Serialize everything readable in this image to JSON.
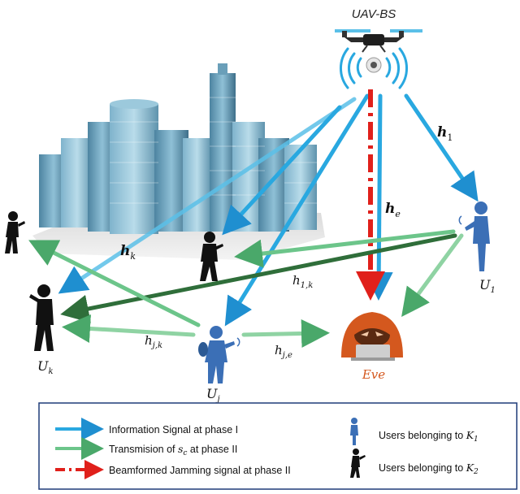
{
  "title_uav": "UAV-BS",
  "labels": {
    "h1_base": "h",
    "h1_sub": "1",
    "he_base": "h",
    "he_sub": "e",
    "hk_base": "h",
    "hk_sub": "k",
    "h1k_base": "h",
    "h1k_sub": "1,k",
    "hjk_base": "h",
    "hjk_sub": "j,k",
    "hje_base": "h",
    "hje_sub": "j,e",
    "u1_base": "U",
    "u1_sub": "1",
    "uk_base": "U",
    "uk_sub": "k",
    "uj_base": "U",
    "uj_sub": "j",
    "eve": "Eve"
  },
  "legend": {
    "item1": "Information Signal at phase I",
    "item2_prefix": "Transmision of ",
    "item2_math": "s",
    "item2_math_sub": "c",
    "item2_suffix": " at phase II",
    "item3": "Beamformed Jamming signal  at phase II",
    "item4_prefix": "Users belonging to ",
    "item4_set": "K",
    "item4_sub": "1",
    "item5_prefix": "Users belonging to ",
    "item5_set": "K",
    "item5_sub": "2"
  },
  "colors": {
    "info_blue": "#29a8e0",
    "transmission_green": "#6cc58a",
    "jamming_red": "#e0201b",
    "user_k1": "#3b6fb6",
    "user_k2": "#111111",
    "eve": "#d4581e",
    "drone_accent": "#5bc0e8"
  },
  "icons": [
    "uav-drone-icon",
    "city-buildings-icon",
    "user-k1-icon",
    "user-k2-icon",
    "eve-hacker-icon"
  ]
}
